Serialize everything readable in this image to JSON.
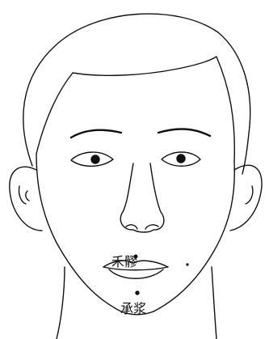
{
  "diagram": {
    "type": "acupuncture-point-face-illustration",
    "points": [
      {
        "id": "upper-lip-point",
        "label": "禾髎"
      },
      {
        "id": "chin-point",
        "label": "承浆"
      }
    ]
  }
}
